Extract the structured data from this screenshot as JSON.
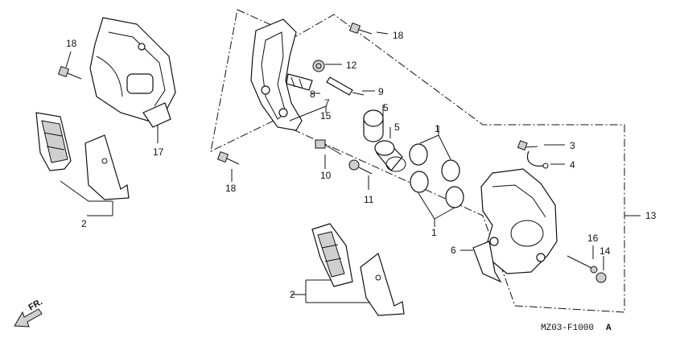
{
  "labels": {
    "c1": "1",
    "c2": "2",
    "c3": "3",
    "c4": "4",
    "c5": "5",
    "c6": "6",
    "c7": "7",
    "c8": "8",
    "c9": "9",
    "c10": "10",
    "c11": "11",
    "c12": "12",
    "c13": "13",
    "c14": "14",
    "c15": "15",
    "c16": "16",
    "c17": "17",
    "c18": "18"
  },
  "direction": "FR.",
  "code": "MZ03-F1000",
  "code_suffix": "A"
}
